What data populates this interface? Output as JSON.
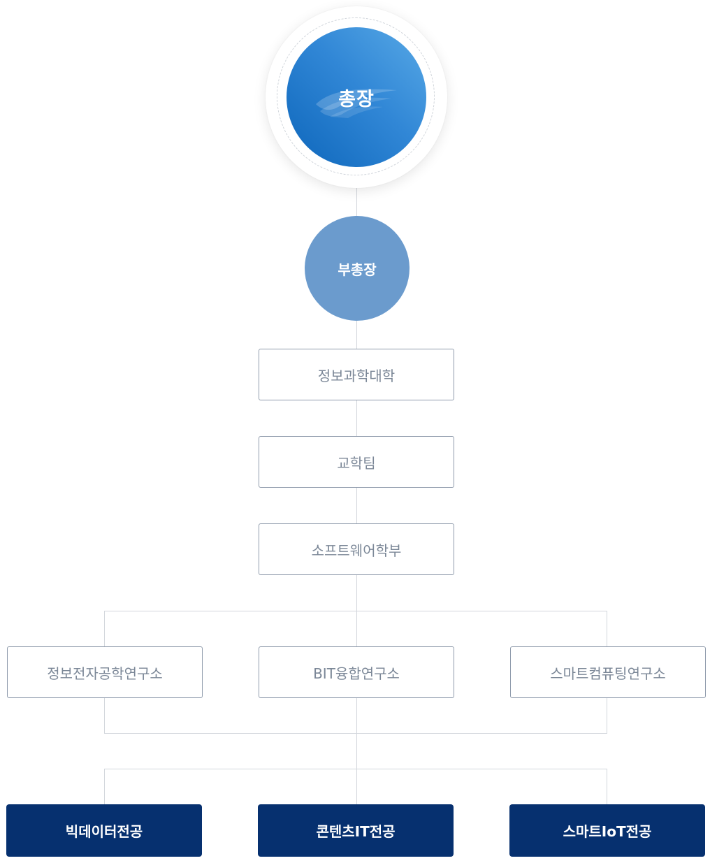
{
  "president": {
    "label": "총장",
    "emblem": "flame-emblem-icon"
  },
  "vice_president": {
    "label": "부총장"
  },
  "chain": [
    {
      "label": "정보과학대학"
    },
    {
      "label": "교학팀"
    },
    {
      "label": "소프트웨어학부"
    }
  ],
  "institutes": [
    {
      "label": "정보전자공학연구소"
    },
    {
      "label": "BIT융합연구소"
    },
    {
      "label": "스마트컴퓨팅연구소"
    }
  ],
  "majors": [
    {
      "label": "빅데이터전공"
    },
    {
      "label": "콘텐츠IT전공"
    },
    {
      "label": "스마트IoT전공"
    }
  ],
  "colors": {
    "president_gradient_start": "#58a9e6",
    "president_gradient_end": "#0d66bb",
    "vice_president": "#6b9bcd",
    "box_border": "#8e9aab",
    "box_text": "#7b8797",
    "major_fill": "#06306f",
    "connector": "#d2d6dc"
  }
}
